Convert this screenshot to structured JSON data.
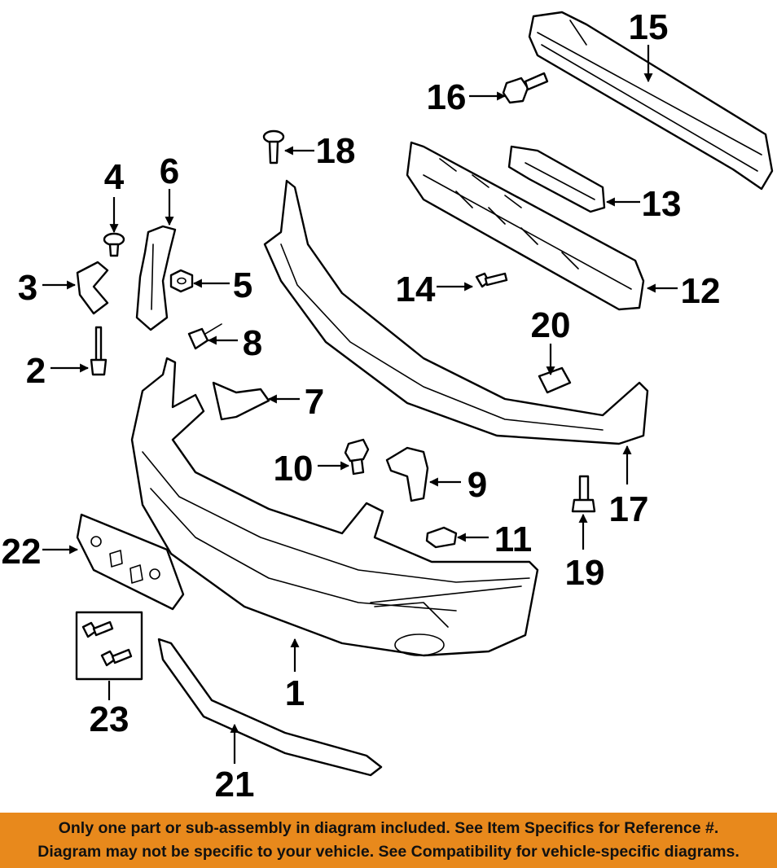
{
  "diagram": {
    "callouts": [
      "1",
      "2",
      "3",
      "4",
      "5",
      "6",
      "7",
      "8",
      "9",
      "10",
      "11",
      "12",
      "13",
      "14",
      "15",
      "16",
      "17",
      "18",
      "19",
      "20",
      "21",
      "22",
      "23"
    ]
  },
  "footer": {
    "line1": "Only one part or sub-assembly in diagram included. See Item Specifics for Reference #.",
    "line2": "Diagram may not be specific to your vehicle. See Compatibility for vehicle-specific diagrams."
  },
  "colors": {
    "footer_background": "#e8891c",
    "line_art": "#000000",
    "background": "#ffffff"
  }
}
